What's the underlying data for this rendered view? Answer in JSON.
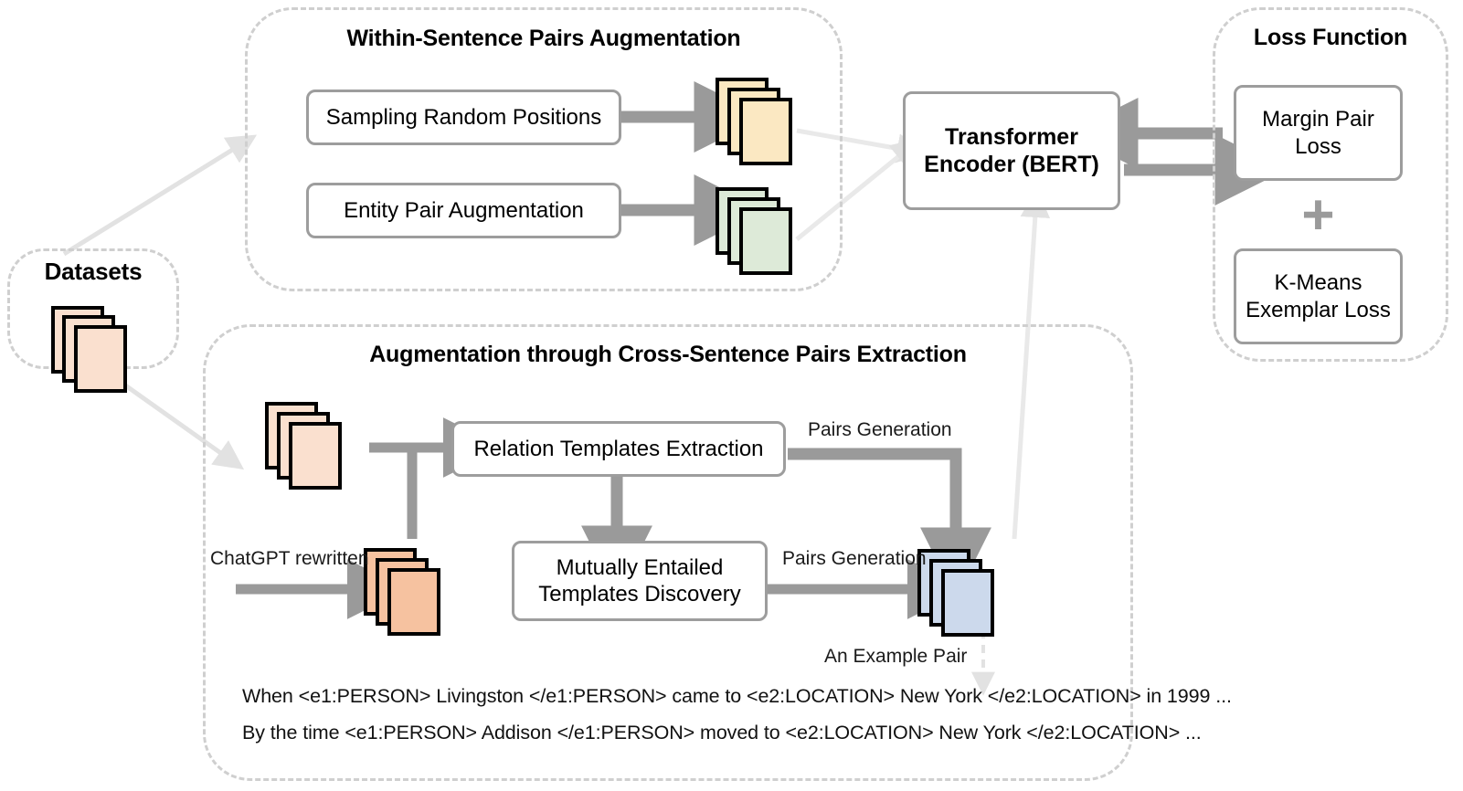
{
  "figure": {
    "panels": [
      {
        "id": "datasets",
        "title": "Datasets"
      },
      {
        "id": "within",
        "title": "Within-Sentence Pairs Augmentation"
      },
      {
        "id": "cross",
        "title": "Augmentation through Cross-Sentence Pairs Extraction"
      },
      {
        "id": "loss",
        "title": "Loss Function"
      }
    ],
    "boxes": {
      "sampling": "Sampling Random Positions",
      "entity": "Entity Pair Augmentation",
      "encoder_line1": "Transformer",
      "encoder_line2": "Encoder (BERT)",
      "margin_line1": "Margin Pair",
      "margin_line2": "Loss",
      "kmeans_line1": "K-Means",
      "kmeans_line2": "Exemplar Loss",
      "relation": "Relation Templates Extraction",
      "mutual_line1": "Mutually Entailed",
      "mutual_line2": "Templates Discovery"
    },
    "edge_labels": {
      "chatgpt": "ChatGPT rewritten",
      "pairs_generation_top": "Pairs Generation",
      "pairs_generation_bottom": "Pairs Generation",
      "example_pair": "An Example Pair",
      "plus": "+"
    },
    "examples": [
      "When <e1:PERSON> Livingston </e1:PERSON> came to <e2:LOCATION> New York </e2:LOCATION> in 1999 ...",
      "By the time <e1:PERSON> Addison </e1:PERSON> moved to <e2:LOCATION> New York </e2:LOCATION> ..."
    ],
    "colors": {
      "panel_dash": "#cfcfcf",
      "box_border": "#9d9d9d",
      "arrow_gray": "#9a9a9a",
      "arrow_faint": "#e2e2e2",
      "stack_peach": "#fae0cf",
      "stack_orange": "#f6c2a0",
      "stack_yellow": "#fbe8c2",
      "stack_green": "#ddead8",
      "stack_blue": "#ccd9ec",
      "text": "#000000"
    }
  }
}
